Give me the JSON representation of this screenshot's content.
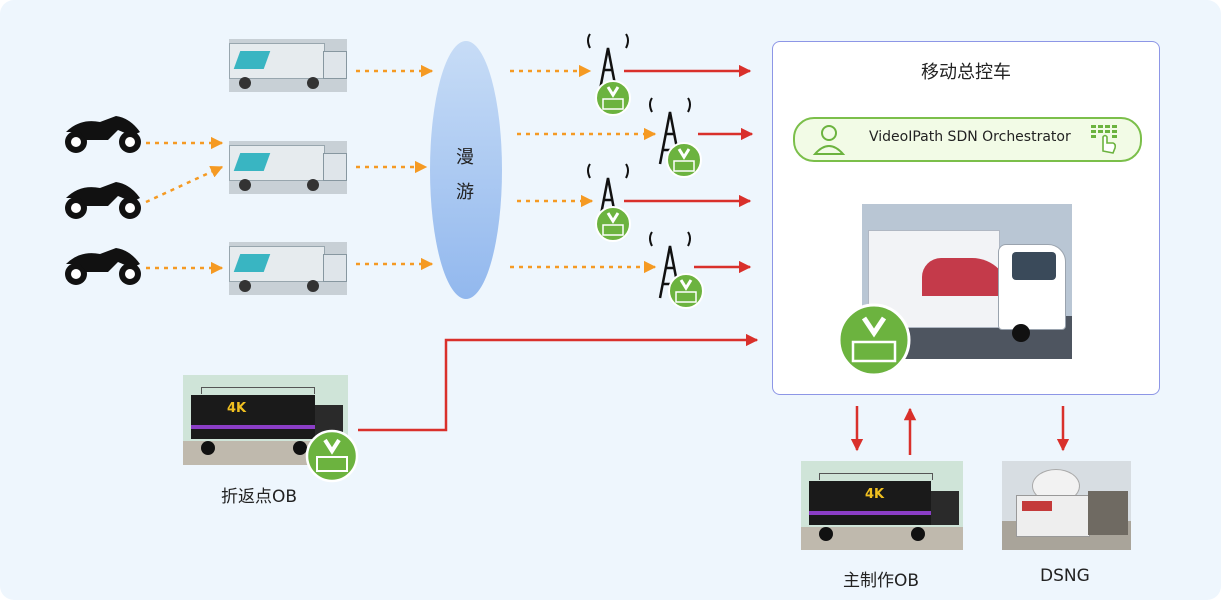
{
  "roaming": {
    "line1": "漫",
    "line2": "游"
  },
  "main_ob_vehicle": {
    "title": "移动总控车",
    "orchestrator_label": "VideoIPath SDN Orchestrator"
  },
  "turnaround_ob": {
    "label": "折返点OB"
  },
  "master_ob": {
    "label": "主制作OB"
  },
  "dsng": {
    "label": "DSNG"
  },
  "truck_badge_text": "4K",
  "colors": {
    "dotted_arrow": "#f59a23",
    "solid_arrow": "#d9302b",
    "badge_green": "#6cb33f",
    "roaming_blue": "#a9c9f2",
    "canvas_bg": "#eef6fd"
  },
  "icons": [
    "motorcycle-icon",
    "broadcast-tower-icon",
    "videoipath-v-logo-icon",
    "user-icon",
    "keypad-touch-icon",
    "arrow-icon"
  ]
}
